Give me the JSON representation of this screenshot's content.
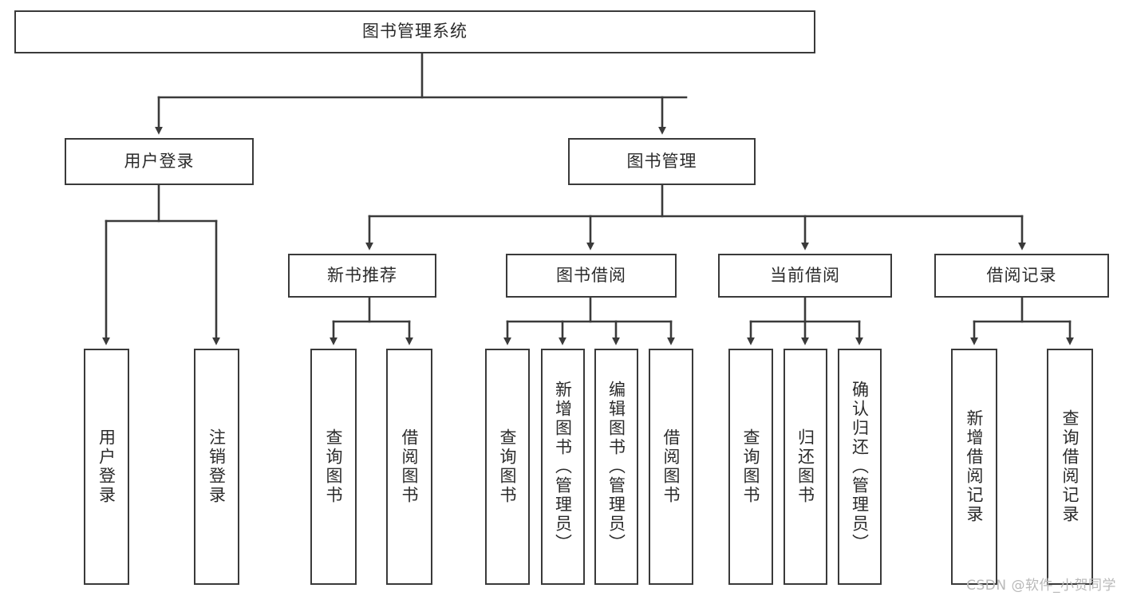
{
  "diagram": {
    "title": "图书管理系统",
    "type": "tree-hierarchy",
    "root": {
      "label": "图书管理系统"
    },
    "level2": [
      {
        "label": "用户登录"
      },
      {
        "label": "图书管理"
      }
    ],
    "level3": [
      {
        "label": "新书推荐"
      },
      {
        "label": "图书借阅"
      },
      {
        "label": "当前借阅"
      },
      {
        "label": "借阅记录"
      }
    ],
    "leaves": [
      {
        "label": "用户登录"
      },
      {
        "label": "注销登录"
      },
      {
        "label": "查询图书"
      },
      {
        "label": "借阅图书"
      },
      {
        "label": "查询图书"
      },
      {
        "label": "新增图书（管理员）"
      },
      {
        "label": "编辑图书（管理员）"
      },
      {
        "label": "借阅图书"
      },
      {
        "label": "查询图书"
      },
      {
        "label": "归还图书"
      },
      {
        "label": "确认归还（管理员）"
      },
      {
        "label": "新增借阅记录"
      },
      {
        "label": "查询借阅记录"
      }
    ],
    "colors": {
      "stroke": "#3a3a3a",
      "fill": "#ffffff",
      "text": "#2b2b2b",
      "watermark": "#b9b9b9"
    }
  },
  "watermark": {
    "text": "CSDN @软件_小贺同学"
  }
}
